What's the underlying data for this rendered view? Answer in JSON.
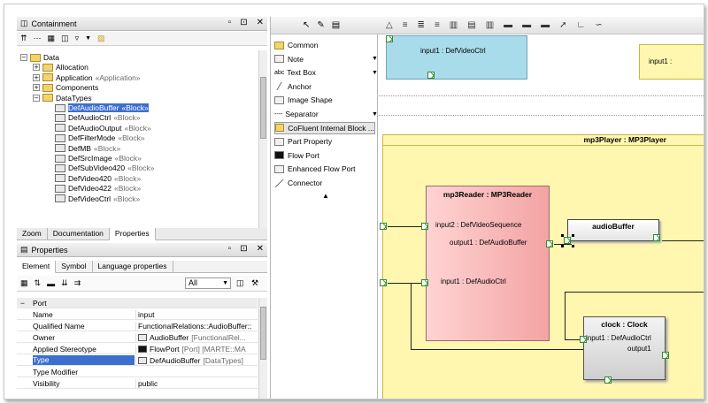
{
  "containment": {
    "title": "Containment",
    "tree": [
      {
        "label": "Data",
        "stereo": "",
        "level": 0,
        "type": "folder",
        "expanded": true
      },
      {
        "label": "Allocation",
        "stereo": "",
        "level": 1,
        "type": "folder",
        "expanded": false
      },
      {
        "label": "Application",
        "stereo": "«Application»",
        "level": 1,
        "type": "folder",
        "expanded": false
      },
      {
        "label": "Components",
        "stereo": "",
        "level": 1,
        "type": "folder",
        "expanded": false
      },
      {
        "label": "DataTypes",
        "stereo": "",
        "level": 1,
        "type": "folder",
        "expanded": true
      },
      {
        "label": "DefAudioBuffer",
        "stereo": "«Block»",
        "level": 2,
        "type": "block",
        "expanded": false,
        "selected": true
      },
      {
        "label": "DefAudioCtrl",
        "stereo": "«Block»",
        "level": 2,
        "type": "block",
        "expanded": false
      },
      {
        "label": "DefAudioOutput",
        "stereo": "«Block»",
        "level": 2,
        "type": "block",
        "expanded": false
      },
      {
        "label": "DefFilterMode",
        "stereo": "«Block»",
        "level": 2,
        "type": "block",
        "expanded": false
      },
      {
        "label": "DefMB",
        "stereo": "«Block»",
        "level": 2,
        "type": "block",
        "expanded": false
      },
      {
        "label": "DefSrcImage",
        "stereo": "«Block»",
        "level": 2,
        "type": "block",
        "expanded": false
      },
      {
        "label": "DefSubVideo420",
        "stereo": "«Block»",
        "level": 2,
        "type": "block",
        "expanded": false
      },
      {
        "label": "DefVideo420",
        "stereo": "«Block»",
        "level": 2,
        "type": "block",
        "expanded": false
      },
      {
        "label": "DefVideo422",
        "stereo": "«Block»",
        "level": 2,
        "type": "block",
        "expanded": false
      },
      {
        "label": "DefVideoCtrl",
        "stereo": "«Block»",
        "level": 2,
        "type": "block",
        "expanded": false
      }
    ]
  },
  "bottom_tabs": [
    "Zoom",
    "Documentation",
    "Properties"
  ],
  "properties": {
    "title": "Properties",
    "tabs": [
      "Element",
      "Symbol",
      "Language properties"
    ],
    "filter_value": "All",
    "group": "Port",
    "rows": [
      {
        "key": "Name",
        "value": "input"
      },
      {
        "key": "Qualified Name",
        "value": "FunctionalRelations::AudioBuffer::"
      },
      {
        "key": "Owner",
        "value": "AudioBuffer",
        "extra": "[FunctionalRel..."
      },
      {
        "key": "Applied Stereotype",
        "value": "FlowPort",
        "extra": "[Port] [MARTE::MA"
      },
      {
        "key": "Type",
        "value": "DefAudioBuffer",
        "extra": "[DataTypes]",
        "selected": true
      },
      {
        "key": "Type Modifier",
        "value": ""
      },
      {
        "key": "Visibility",
        "value": "public"
      }
    ]
  },
  "palette": {
    "items": [
      {
        "label": "Common",
        "icon": "folder-icon",
        "arrow": false
      },
      {
        "label": "Note",
        "icon": "note-icon",
        "arrow": true
      },
      {
        "label": "Text Box",
        "icon": "textbox-icon",
        "arrow": true,
        "prefix": "abc"
      },
      {
        "label": "Anchor",
        "icon": "anchor-icon",
        "arrow": false
      },
      {
        "label": "Image Shape",
        "icon": "image-icon",
        "arrow": false
      },
      {
        "label": "Separator",
        "icon": "separator-icon",
        "arrow": true,
        "prefix": "----"
      },
      {
        "label": "CoFluent Internal Block ...",
        "icon": "folder-icon",
        "arrow": false,
        "selected": true
      },
      {
        "label": "Part Property",
        "icon": "part-property-icon",
        "arrow": false
      },
      {
        "label": "Flow Port",
        "icon": "flow-port-icon",
        "arrow": false
      },
      {
        "label": "Enhanced Flow Port",
        "icon": "enhanced-flow-port-icon",
        "arrow": false
      },
      {
        "label": "Connector",
        "icon": "connector-icon",
        "arrow": false
      }
    ]
  },
  "diagram": {
    "top_part_label": "input1 : DefVideoCtrl",
    "top_part_right_label": "input1 :",
    "container_title": "mp3Player : MP3Player",
    "mp3reader": {
      "title": "mp3Reader : MP3Reader",
      "ports": [
        "input2 : DefVideoSequence",
        "output1 : DefAudioBuffer",
        "input1 : DefAudioCtrl"
      ]
    },
    "audiobuffer_title": "audioBuffer",
    "clock": {
      "title": "clock : Clock",
      "ports": [
        "input1 : DefAudioCtrl",
        "output1"
      ]
    },
    "colors": {
      "container_fill": "#fff7b0",
      "reader_fill": "#f3a3a3",
      "top_part_fill": "#a9dcea",
      "selection": "#3d6fd1"
    }
  }
}
